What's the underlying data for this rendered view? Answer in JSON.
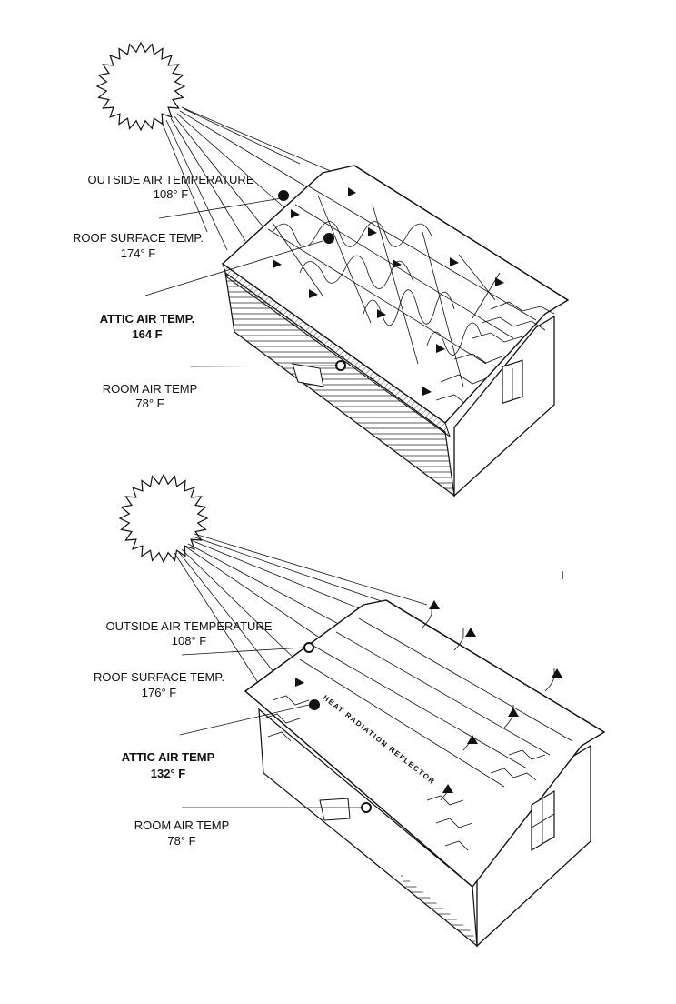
{
  "top_diagram": {
    "outside_air": {
      "label": "OUTSIDE AIR TEMPERATURE",
      "value": "108° F"
    },
    "roof_surface": {
      "label": "ROOF SURFACE TEMP.",
      "value": "174° F"
    },
    "attic_air": {
      "label": "ATTIC AIR TEMP.",
      "value": "164  F"
    },
    "room_air": {
      "label": "ROOM AIR TEMP",
      "value": "78° F"
    }
  },
  "bottom_diagram": {
    "outside_air": {
      "label": "OUTSIDE AIR TEMPERATURE",
      "value": "108° F"
    },
    "roof_surface": {
      "label": "ROOF SURFACE TEMP.",
      "value": "176° F"
    },
    "attic_air": {
      "label": "ATTIC AIR TEMP",
      "value": "132° F"
    },
    "room_air": {
      "label": "ROOM AIR TEMP",
      "value": "78° F"
    },
    "reflector_label": "HEAT RADIATION REFLECTOR"
  },
  "page_mark": "I"
}
